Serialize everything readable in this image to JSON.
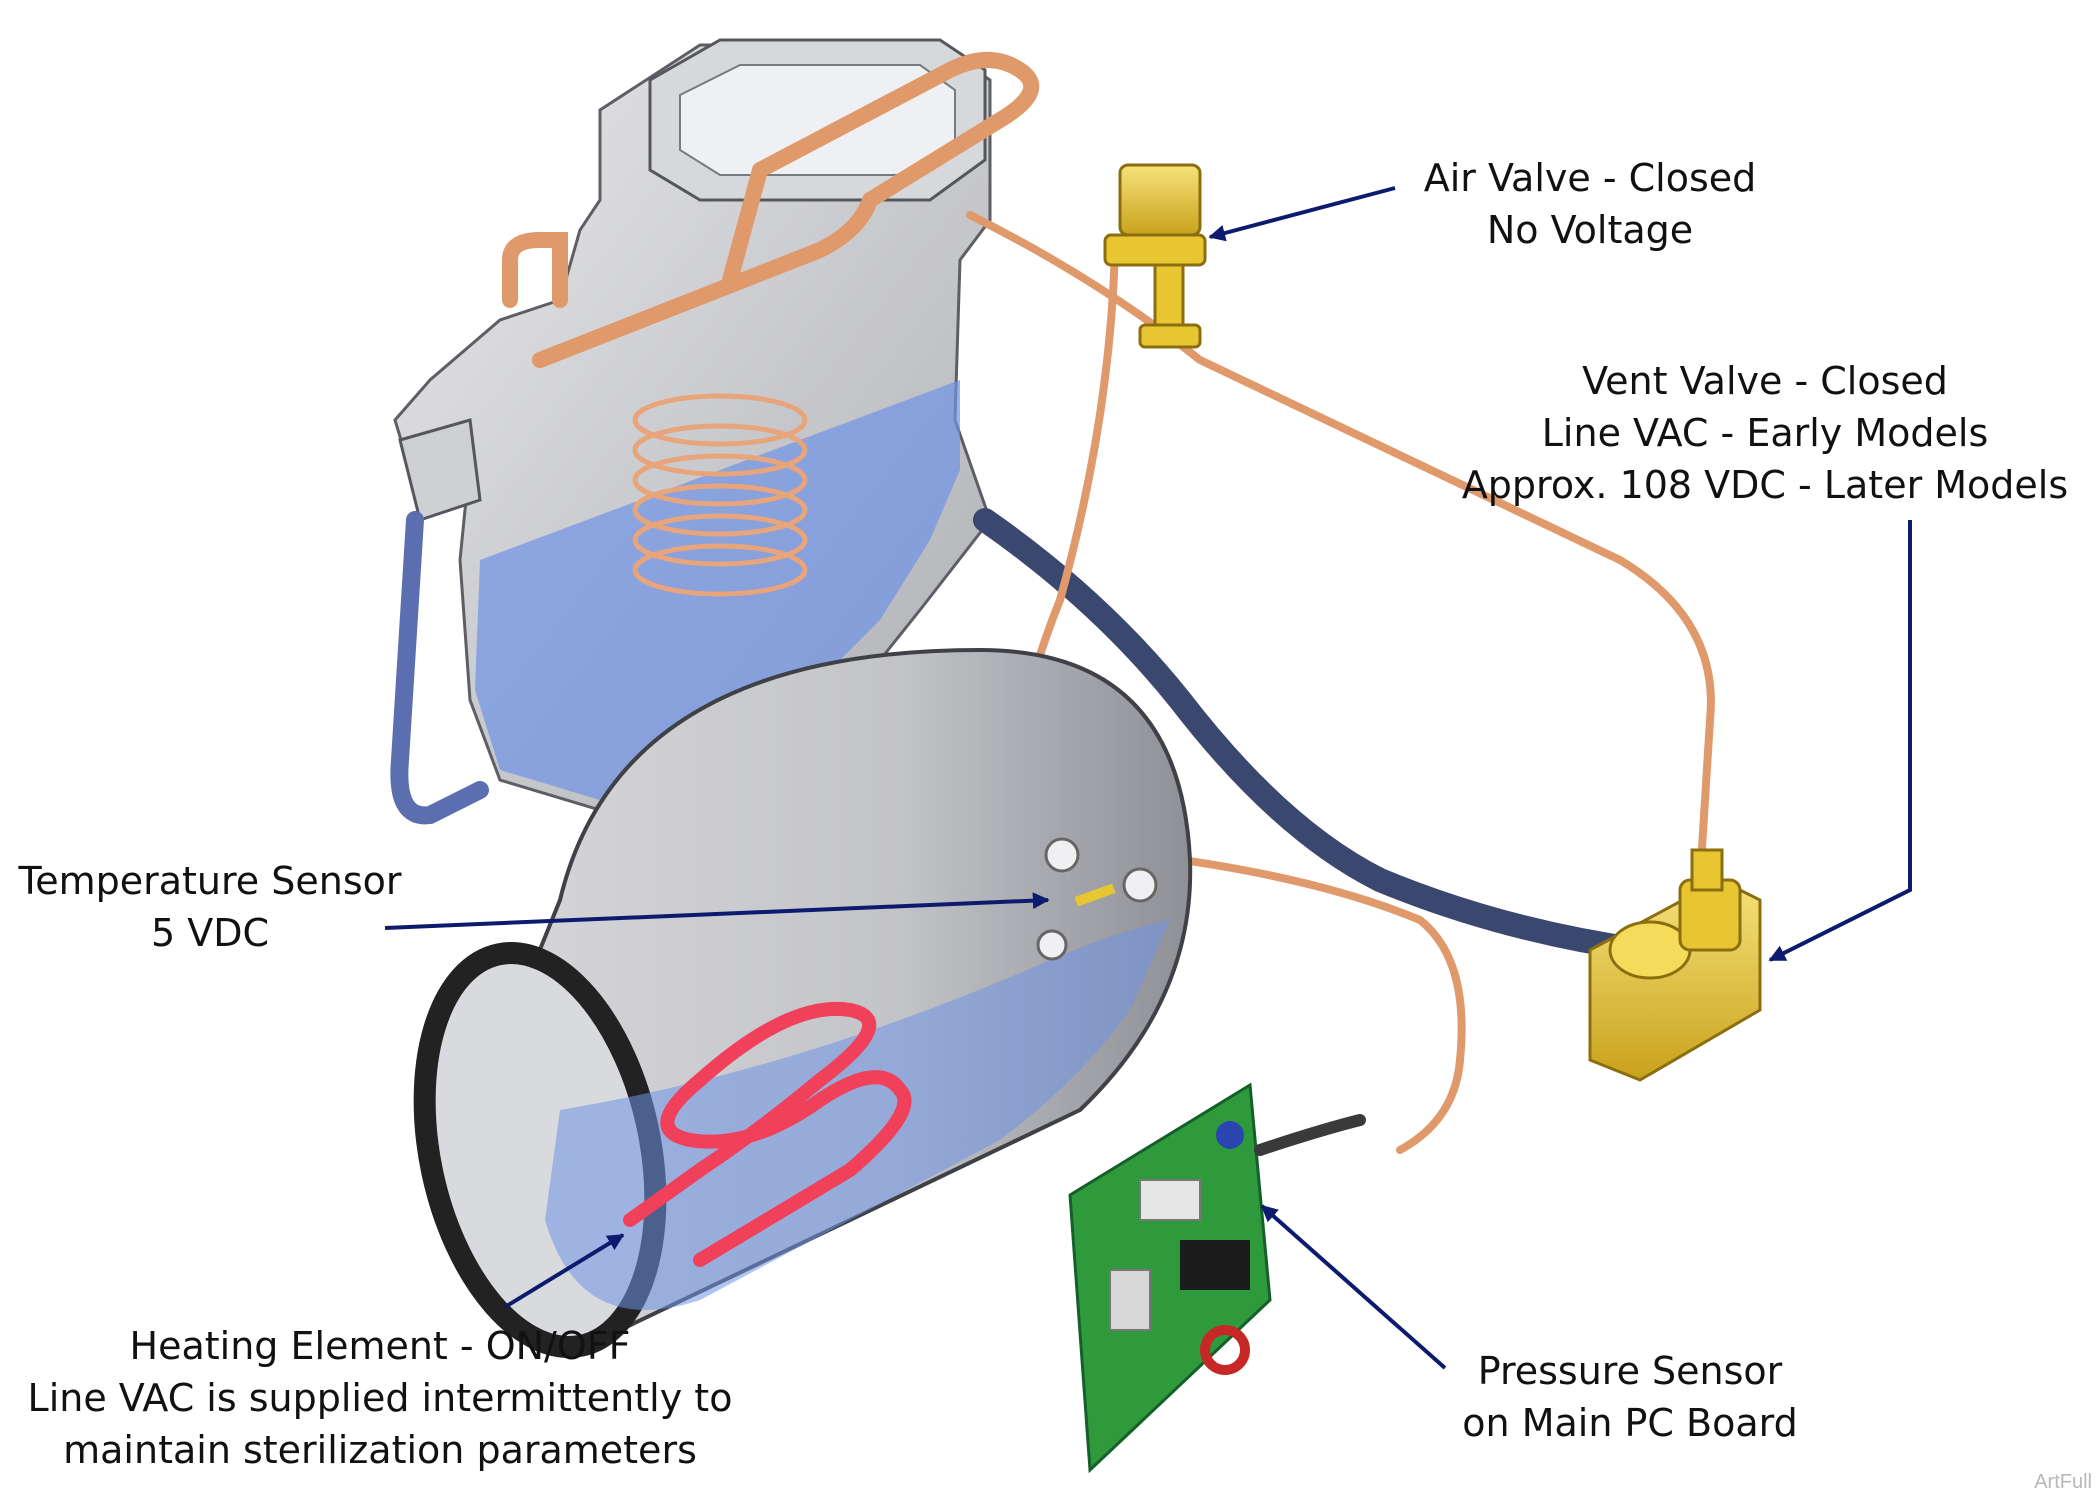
{
  "colors": {
    "arrow": "#0d1b6e",
    "water": "#6f93e6",
    "copper": "#e0996a",
    "brass": "#e8c632",
    "heater": "#f0405a",
    "hose": "#3a4870",
    "board": "#2e9a3c"
  },
  "callouts": {
    "air_valve": {
      "line1": "Air Valve - Closed",
      "line2": "No Voltage"
    },
    "vent_valve": {
      "line1": "Vent Valve - Closed",
      "line2": "Line VAC - Early Models",
      "line3": "Approx. 108 VDC - Later Models"
    },
    "temperature_sensor": {
      "line1": "Temperature Sensor",
      "line2": "5 VDC"
    },
    "heating_element": {
      "line1": "Heating Element - ON/OFF",
      "line2": "Line VAC is supplied intermittently to",
      "line3": "maintain sterilization parameters"
    },
    "pressure_sensor": {
      "line1": "Pressure Sensor",
      "line2": "on Main PC Board"
    }
  },
  "watermark": "ArtFull"
}
